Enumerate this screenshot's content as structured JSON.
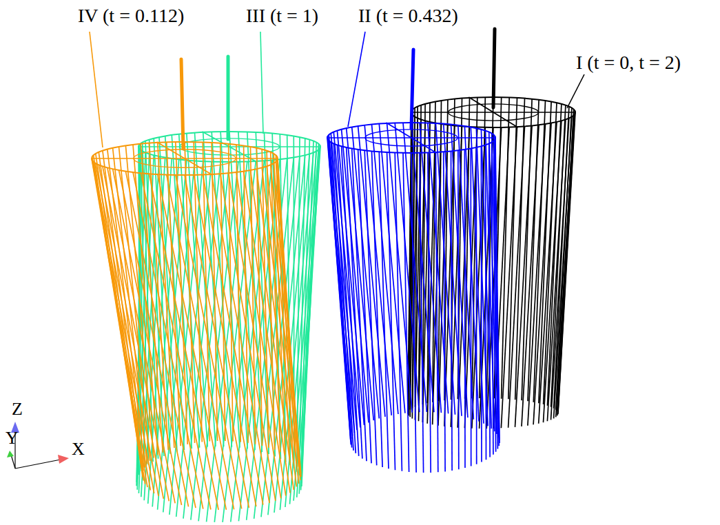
{
  "diagram": {
    "labels": [
      "IV (t = 0.112)",
      "III (t = 1)",
      "II (t = 0.432)",
      "I (t = 0, t = 2)",
      "Z",
      "Y",
      "X"
    ]
  }
}
